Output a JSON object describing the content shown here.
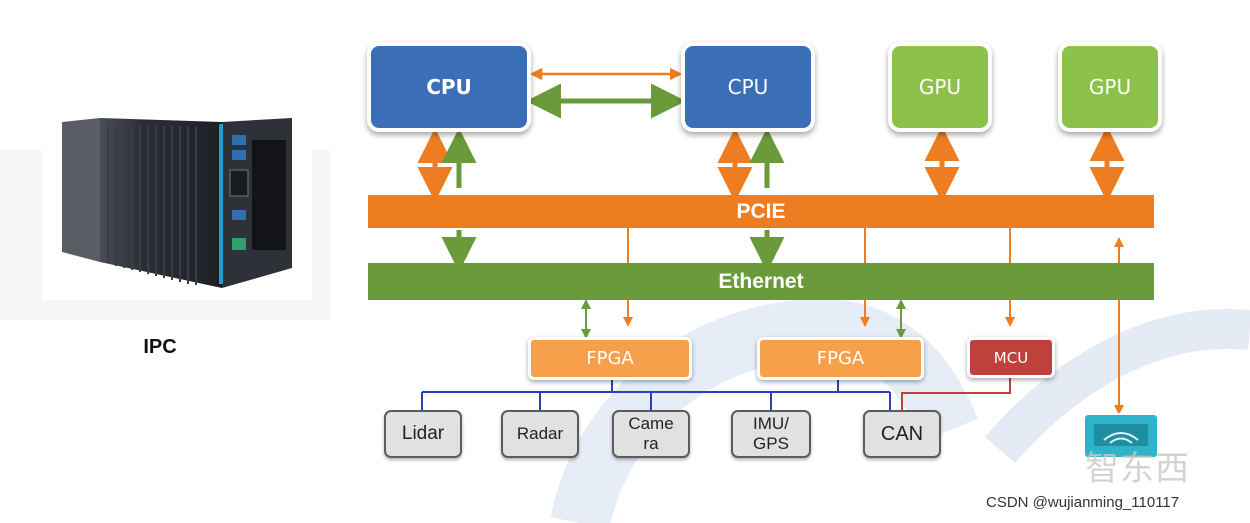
{
  "ipc": {
    "label": "IPC"
  },
  "cpus": [
    {
      "label": "CPU"
    },
    {
      "label": "CPU"
    }
  ],
  "gpus": [
    {
      "label": "GPU"
    },
    {
      "label": "GPU"
    }
  ],
  "buses": {
    "pcie": "PCIE",
    "ethernet": "Ethernet"
  },
  "fpgas": [
    {
      "label": "FPGA"
    },
    {
      "label": "FPGA"
    }
  ],
  "mcu": {
    "label": "MCU"
  },
  "sensors": [
    {
      "label": "Lidar"
    },
    {
      "label": "Radar"
    },
    {
      "label": "Came\nra"
    },
    {
      "label": "IMU/\nGPS"
    },
    {
      "label": "CAN"
    }
  ],
  "logo_text": "智东西",
  "watermark": "CSDN @wujianming_110117",
  "colors": {
    "cpu": "#3a6fb7",
    "gpu": "#8dc24a",
    "pcie": "#ee7d22",
    "ethernet": "#6a9a3a",
    "fpga": "#f7a04c",
    "mcu": "#c0403c",
    "sensor_bus": "#2a3fc0",
    "wifi_module": "#2fb3c8"
  }
}
